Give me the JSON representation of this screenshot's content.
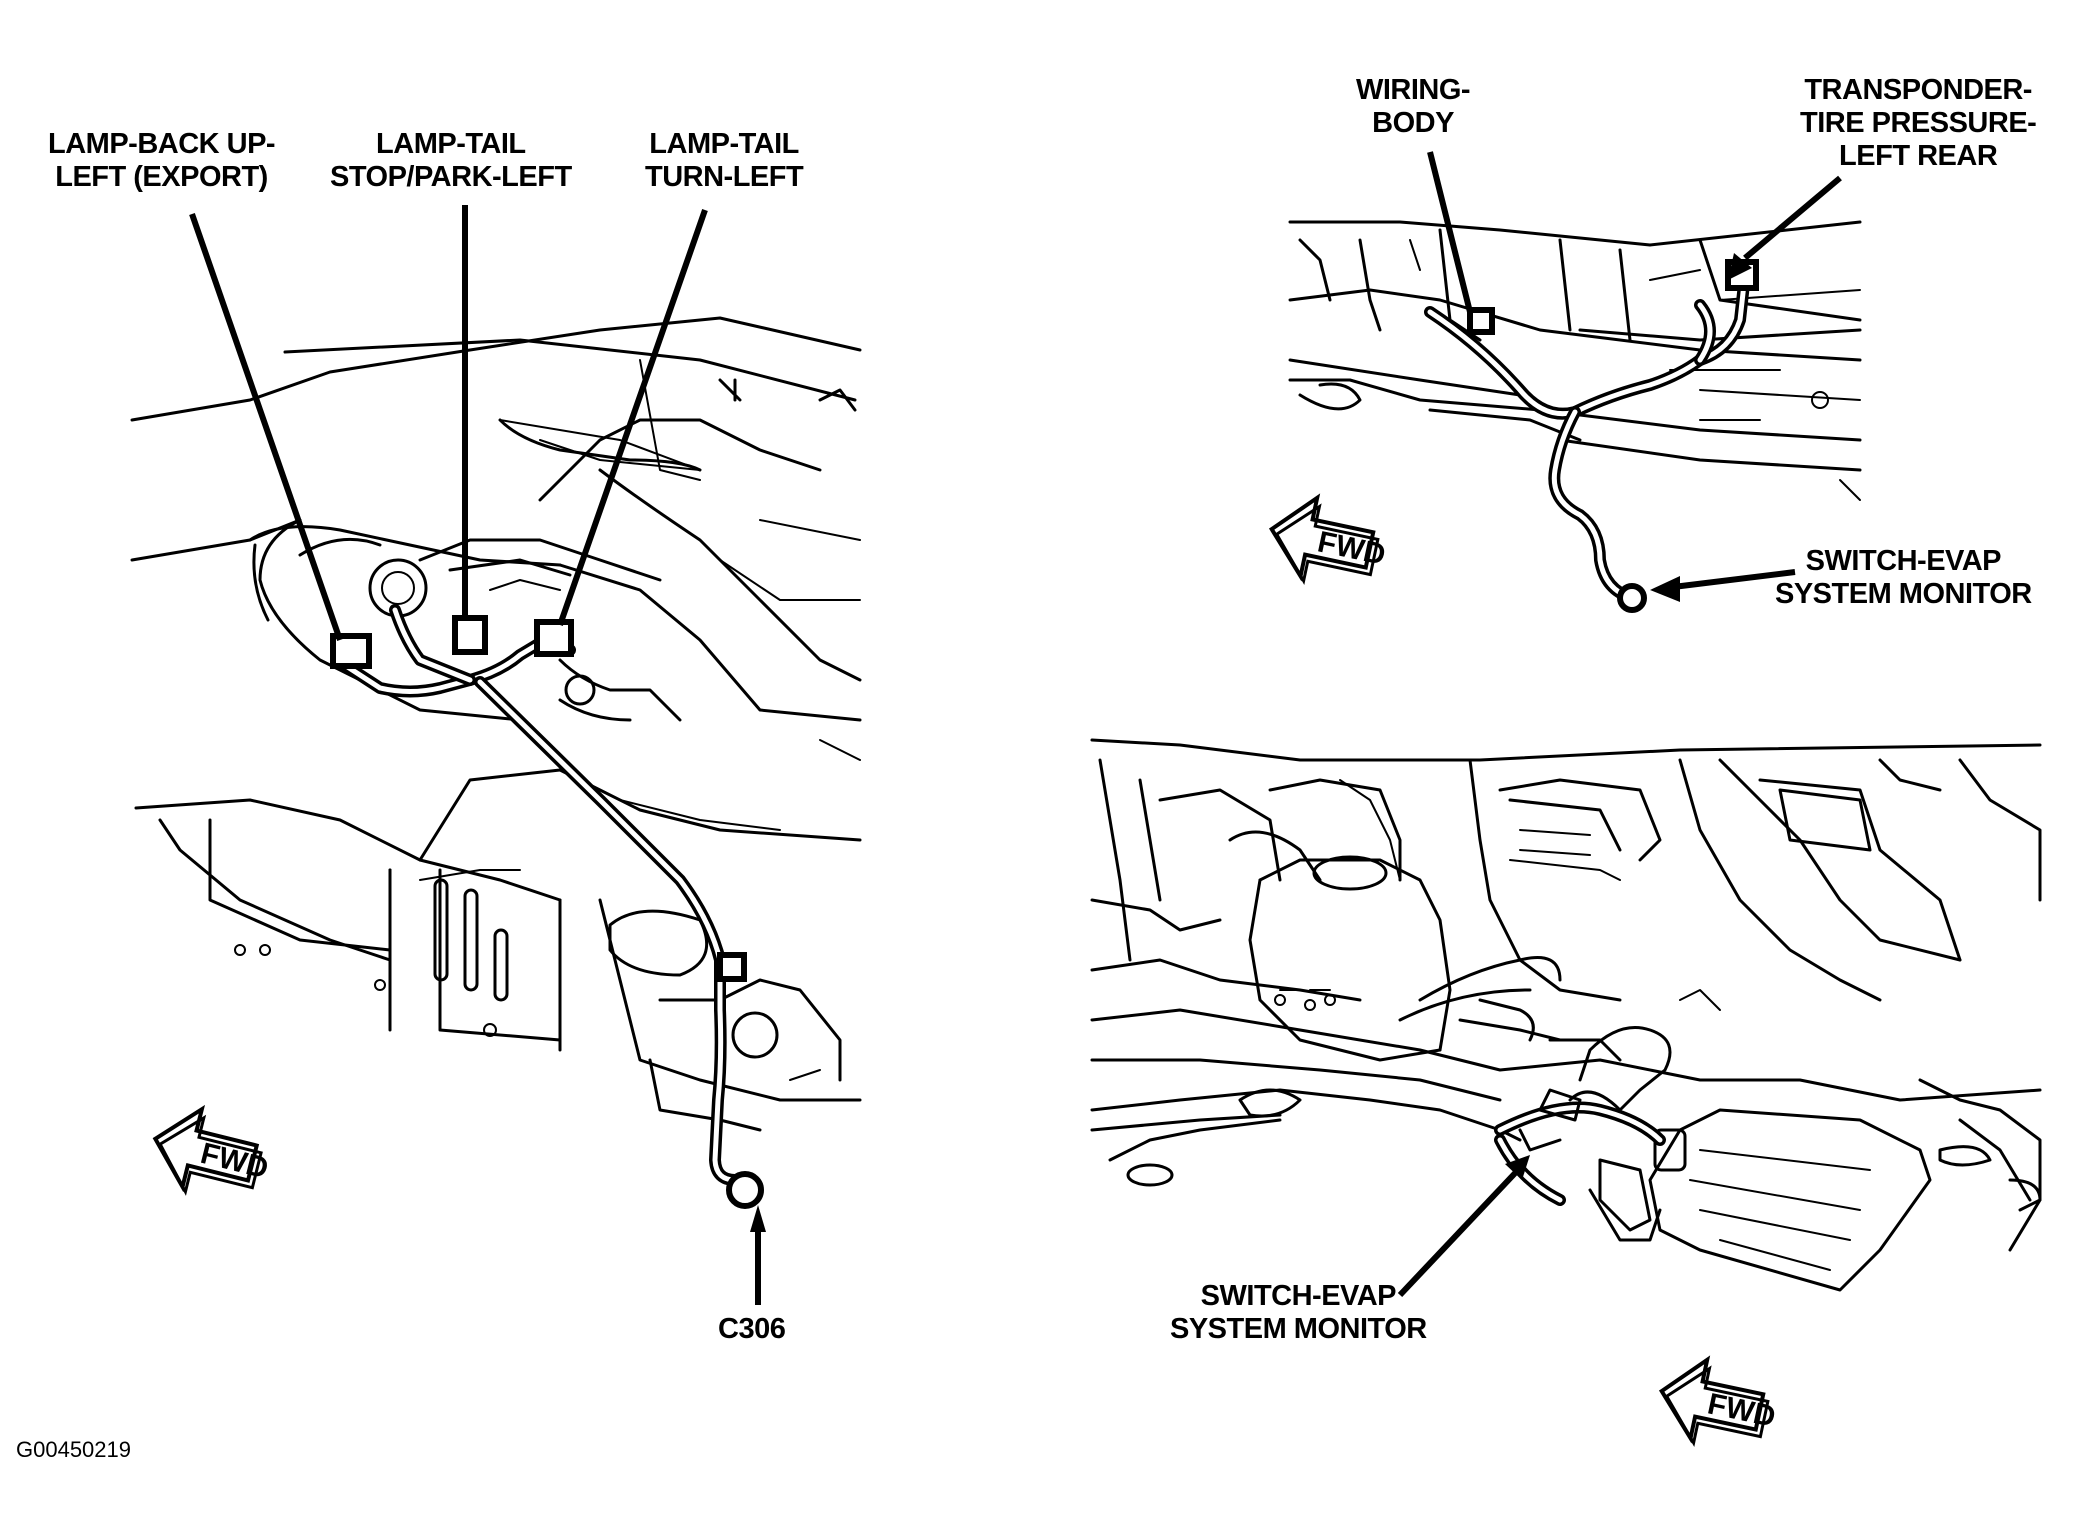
{
  "labels": {
    "lamp_backup_1": "LAMP-BACK UP-",
    "lamp_backup_2": "LEFT (EXPORT)",
    "lamp_tail_stop_1": "LAMP-TAIL",
    "lamp_tail_stop_2": "STOP/PARK-LEFT",
    "lamp_tail_turn_1": "LAMP-TAIL",
    "lamp_tail_turn_2": "TURN-LEFT",
    "c306": "C306",
    "wiring_body_1": "WIRING-",
    "wiring_body_2": "BODY",
    "transponder_1": "TRANSPONDER-",
    "transponder_2": "TIRE PRESSURE-",
    "transponder_3": "LEFT REAR",
    "evap_upper_1": "SWITCH-EVAP",
    "evap_upper_2": "SYSTEM MONITOR",
    "evap_lower_1": "SWITCH-EVAP",
    "evap_lower_2": "SYSTEM MONITOR",
    "fwd": "FWD"
  },
  "figure_id": "G00450219",
  "icons": [
    "fwd-arrow-icon"
  ]
}
